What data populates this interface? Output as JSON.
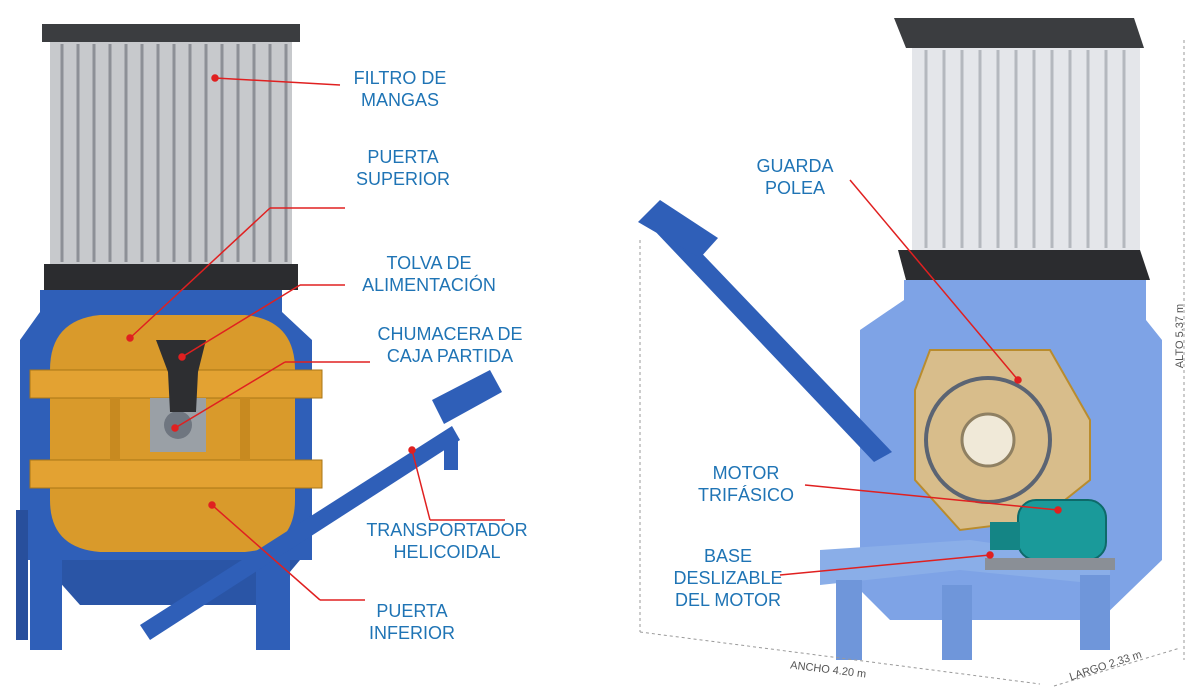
{
  "colors": {
    "label_text": "#1f74b5",
    "leader_line": "#e02020",
    "frame_blue": "#2f5fb8",
    "plate_orange": "#d99a2b",
    "filter_gray": "#c7c9cc",
    "light_blue": "#7ea3e6",
    "motor_teal": "#1a9a9a",
    "dimension_text": "#555555"
  },
  "left_view": {
    "labels": {
      "filtro": [
        "FILTRO DE",
        "MANGAS"
      ],
      "puerta_superior": [
        "PUERTA",
        "SUPERIOR"
      ],
      "tolva": [
        "TOLVA DE",
        "ALIMENTACIÓN"
      ],
      "chumacera": [
        "CHUMACERA DE",
        "CAJA PARTIDA"
      ],
      "transportador": [
        "TRANSPORTADOR",
        "HELICOIDAL"
      ],
      "puerta_inferior": [
        "PUERTA",
        "INFERIOR"
      ]
    }
  },
  "right_view": {
    "labels": {
      "guarda": [
        "GUARDA",
        "POLEA"
      ],
      "motor": [
        "MOTOR",
        "TRIFÁSICO"
      ],
      "base": [
        "BASE",
        "DESLIZABLE",
        "DEL MOTOR"
      ]
    },
    "dimensions": {
      "alto": "ALTO 5.37 m",
      "ancho": "ANCHO 4.20 m",
      "largo": "LARGO 2.33 m"
    }
  }
}
